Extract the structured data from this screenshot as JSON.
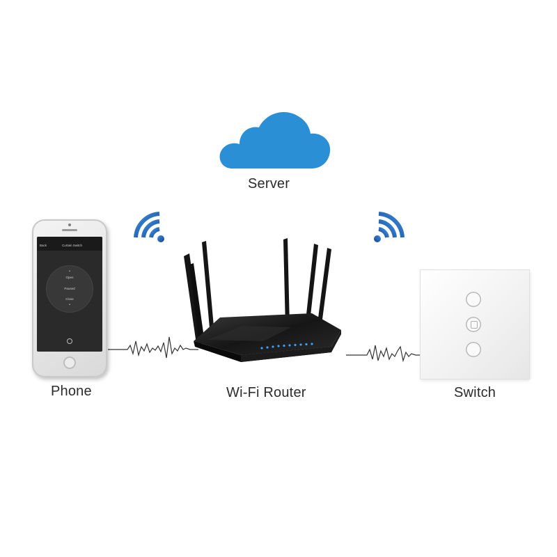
{
  "nodes": {
    "server": "Server",
    "phone": "Phone",
    "router": "Wi-Fi Router",
    "switch": "Switch"
  },
  "phone_screen": {
    "back": "Back",
    "title": "Curtain Switch",
    "open": "Open",
    "paused": "Paused",
    "close": "Close"
  },
  "colors": {
    "cloud": "#2b8fd6",
    "wifi_signal": "#2a72c4",
    "router_body": "#141414",
    "router_led": "#3aa0ff",
    "label_text": "#2b2b2b"
  },
  "icons": {
    "server": "cloud-icon",
    "wifi_left": "wifi-signal-icon",
    "wifi_right": "wifi-signal-icon"
  }
}
